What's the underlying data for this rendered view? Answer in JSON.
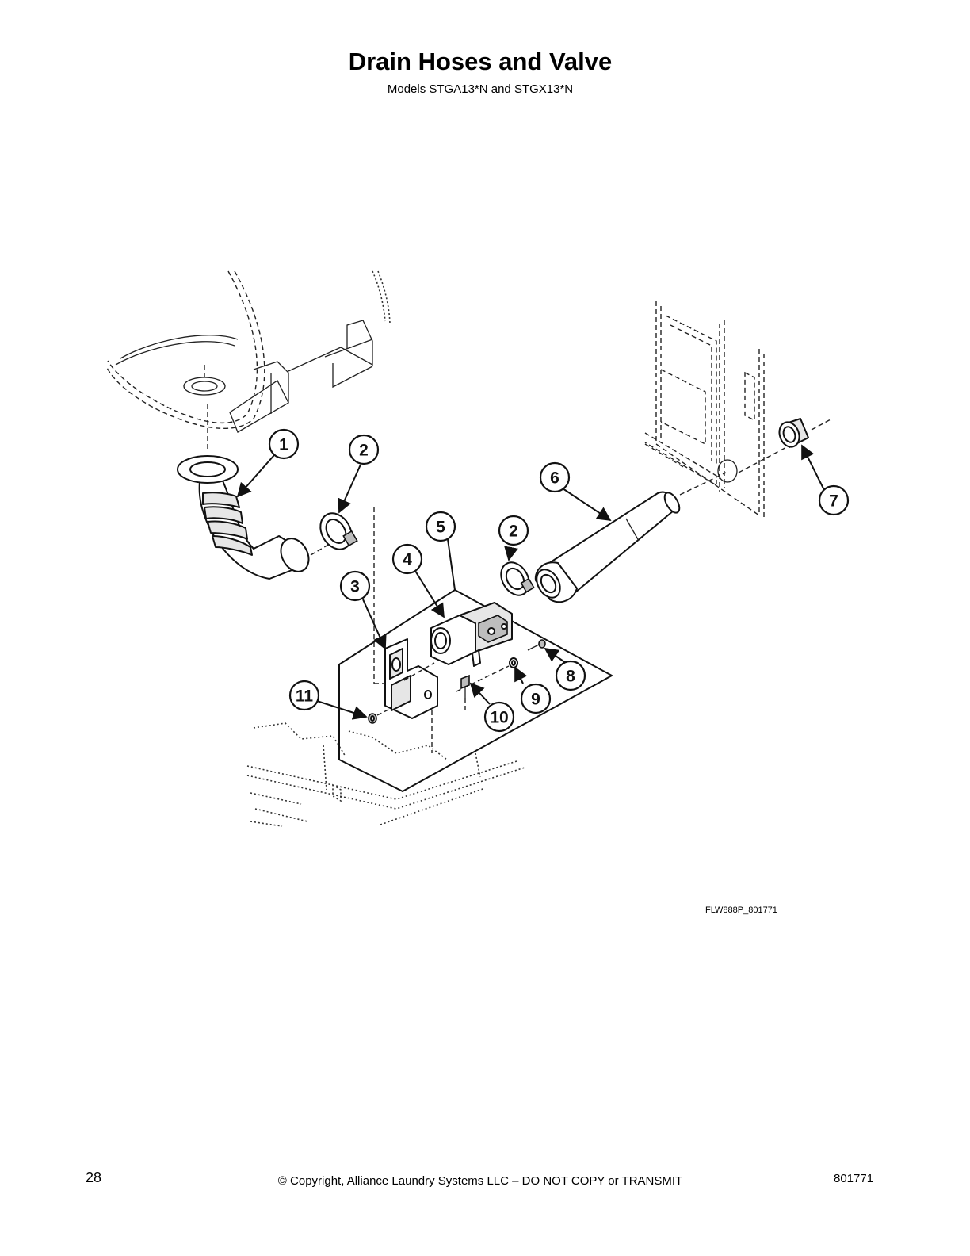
{
  "header": {
    "title": "Drain Hoses and Valve",
    "subtitle": "Models STGA13*N and STGX13*N"
  },
  "diagram": {
    "figure_code": "FLW888P_801771",
    "callouts": [
      {
        "id": "c1",
        "label": "1"
      },
      {
        "id": "c2a",
        "label": "2"
      },
      {
        "id": "c2b",
        "label": "2"
      },
      {
        "id": "c3",
        "label": "3"
      },
      {
        "id": "c4",
        "label": "4"
      },
      {
        "id": "c5",
        "label": "5"
      },
      {
        "id": "c6",
        "label": "6"
      },
      {
        "id": "c7",
        "label": "7"
      },
      {
        "id": "c8",
        "label": "8"
      },
      {
        "id": "c9",
        "label": "9"
      },
      {
        "id": "c10",
        "label": "10"
      },
      {
        "id": "c11",
        "label": "11"
      }
    ]
  },
  "footer": {
    "page_number": "28",
    "copyright": "© Copyright, Alliance Laundry Systems LLC – DO NOT COPY or TRANSMIT",
    "doc_number": "801771"
  }
}
